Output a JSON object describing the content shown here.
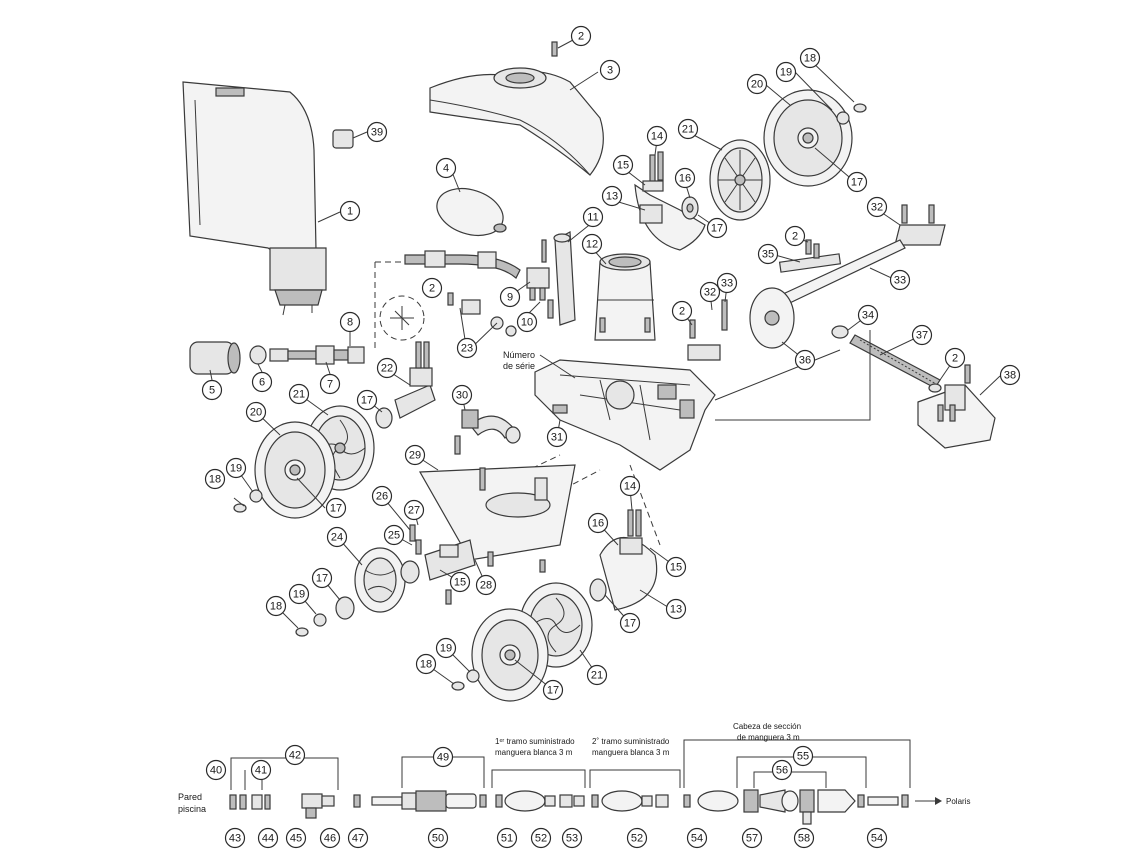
{
  "labels": {
    "serial_1": "Número",
    "serial_2": "de série",
    "wall_1": "Pared",
    "wall_2": "piscina",
    "hose1_1": "1ᵉʳ tramo suministrado",
    "hose1_2": "manguera blanca 3 m",
    "hose2_1": "2˚ tramo suministrado",
    "hose2_2": "manguera blanca 3 m",
    "head_1": "Cabeza de sección",
    "head_2": "de manguera 3 m",
    "polaris": "Polaris"
  },
  "callouts": [
    "1",
    "2",
    "3",
    "4",
    "5",
    "6",
    "7",
    "8",
    "9",
    "10",
    "11",
    "12",
    "13",
    "14",
    "15",
    "16",
    "17",
    "18",
    "19",
    "20",
    "21",
    "22",
    "23",
    "24",
    "25",
    "26",
    "27",
    "28",
    "29",
    "30",
    "31",
    "32",
    "33",
    "34",
    "35",
    "36",
    "37",
    "38",
    "39",
    "40",
    "41",
    "42",
    "43",
    "44",
    "45",
    "46",
    "47",
    "49",
    "50",
    "51",
    "52",
    "53",
    "54",
    "55",
    "56",
    "57",
    "58"
  ]
}
